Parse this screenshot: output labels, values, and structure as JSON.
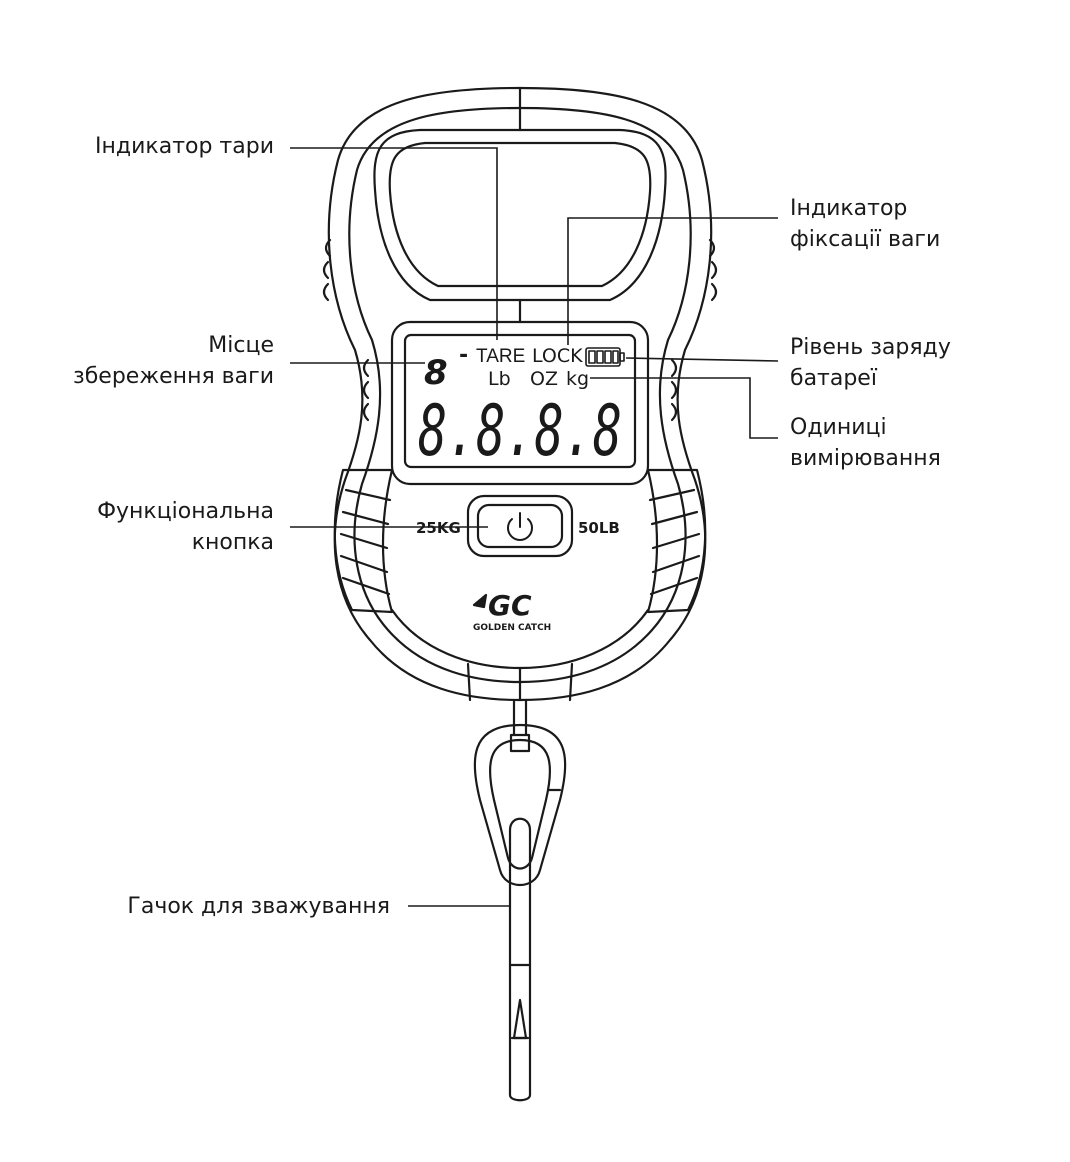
{
  "callouts": {
    "tare": {
      "lines": [
        "Індикатор тари"
      ]
    },
    "storage": {
      "lines": [
        "Місце",
        "збереження ваги"
      ]
    },
    "function_button": {
      "lines": [
        "Функціональна",
        "кнопка"
      ]
    },
    "hook": {
      "lines": [
        "Гачок для зважування"
      ]
    },
    "lock": {
      "lines": [
        "Індикатор",
        "фіксації ваги"
      ]
    },
    "battery": {
      "lines": [
        "Рівень заряду",
        "батареї"
      ]
    },
    "units": {
      "lines": [
        "Одиниці",
        "вимірювання"
      ]
    }
  },
  "display": {
    "memory_digit": "8",
    "minus": "-",
    "tare": "TARE",
    "lock": "LOCK",
    "unit_lb": "Lb",
    "unit_oz": "OZ",
    "unit_kg": "kg",
    "main_digits": "8.8.8.8"
  },
  "device": {
    "capacity_kg": "25KG",
    "capacity_lb": "50LB",
    "brand_logo": "GC",
    "brand_name": "GOLDEN CATCH",
    "button_icon": "power-icon"
  },
  "colors": {
    "ink": "#1a1a1a",
    "background": "#ffffff"
  }
}
